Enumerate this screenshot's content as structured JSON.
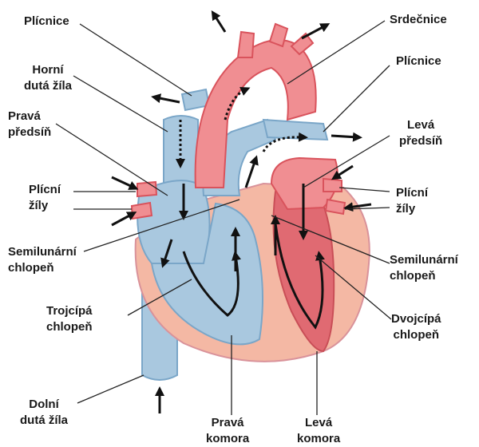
{
  "colors": {
    "oxygenated": "#f08e92",
    "oxygenated_dark": "#d9535c",
    "deoxygenated": "#a9c8df",
    "deoxygenated_dark": "#7aa6c8",
    "muscle": "#f4b8a4",
    "arrow": "#111111",
    "leader": "#222222"
  },
  "labels": {
    "plicnice_left": "Plícnice",
    "horni_duta_zila": [
      "Horní",
      "dutá žíla"
    ],
    "prava_predsin": [
      "Pravá",
      "předsíň"
    ],
    "plicni_zily_left": [
      "Plícní",
      "žíly"
    ],
    "semilunarni_left": [
      "Semilunární",
      "chlopeň"
    ],
    "trojcipa": [
      "Trojcípá",
      "chlopeň"
    ],
    "dolni_duta_zila": [
      "Dolní",
      "dutá žíla"
    ],
    "prava_komora": [
      "Pravá",
      "komora"
    ],
    "leva_komora": [
      "Levá",
      "komora"
    ],
    "srdecnice": "Srdečnice",
    "plicnice_right": "Plícnice",
    "leva_predsin": [
      "Levá",
      "předsíň"
    ],
    "plicni_zily_right": [
      "Plícní",
      "žíly"
    ],
    "semilunarni_right": [
      "Semilunární",
      "chlopeň"
    ],
    "dvojcipa": [
      "Dvojcípá",
      "chlopeň"
    ]
  }
}
